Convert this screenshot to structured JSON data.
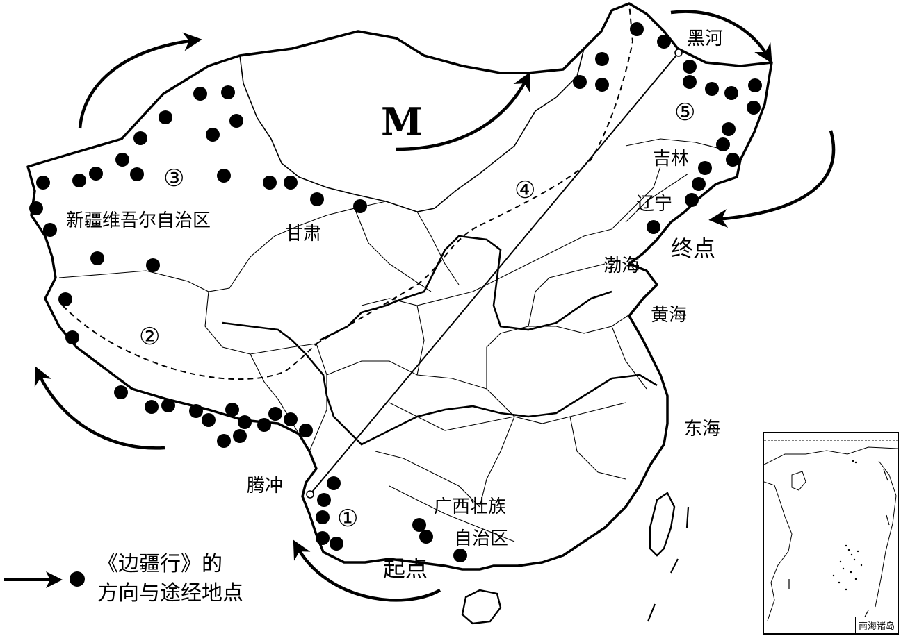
{
  "labels": {
    "xinjiang": "新疆维吾尔自治区",
    "gansu": "甘肃",
    "jilin": "吉林",
    "liaoning": "辽宁",
    "heihe": "黑河",
    "tengchong": "腾冲",
    "guangxi_line1": "广西壮族",
    "guangxi_line2": "自治区",
    "bohai": "渤海",
    "huanghai": "黄海",
    "donghai": "东海",
    "start": "起点",
    "end": "终点",
    "M": "M"
  },
  "region_numbers": {
    "r1": "①",
    "r2": "②",
    "r3": "③",
    "r4": "④",
    "r5": "⑤"
  },
  "legend": {
    "line1": "《边疆行》的",
    "line2": "方向与途经地点"
  },
  "inset": {
    "title": "南海诸岛"
  },
  "colors": {
    "ink": "#000000",
    "paper": "#ffffff"
  }
}
